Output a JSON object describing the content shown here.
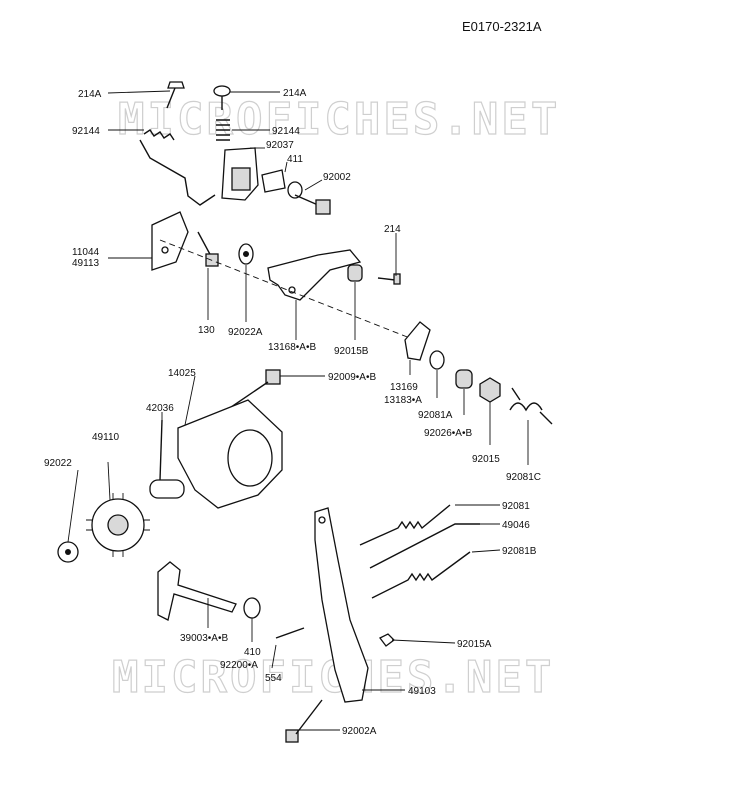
{
  "diagram_code": "E0170-2321A",
  "watermark": "MICROFICHES.NET",
  "labels": {
    "l_214A_1": "214A",
    "l_214A_2": "214A",
    "l_92144_1": "92144",
    "l_92144_2": "92144",
    "l_92037": "92037",
    "l_411": "411",
    "l_92002": "92002",
    "l_214": "214",
    "l_11044": "11044",
    "l_49113": "49113",
    "l_130": "130",
    "l_92022A": "92022A",
    "l_13168": "13168•A•B",
    "l_92015B": "92015B",
    "l_13169": "13169",
    "l_13183": "13183•A",
    "l_92081A": "92081A",
    "l_92026": "92026•A•B",
    "l_92015": "92015",
    "l_92081C": "92081C",
    "l_14025": "14025",
    "l_92009": "92009•A•B",
    "l_42036": "42036",
    "l_49110": "49110",
    "l_92022": "92022",
    "l_92081": "92081",
    "l_49046": "49046",
    "l_92081B": "92081B",
    "l_39003": "39003•A•B",
    "l_410": "410",
    "l_92200": "92200•A",
    "l_554": "554",
    "l_92015A": "92015A",
    "l_49103": "49103",
    "l_92002A": "92002A"
  }
}
